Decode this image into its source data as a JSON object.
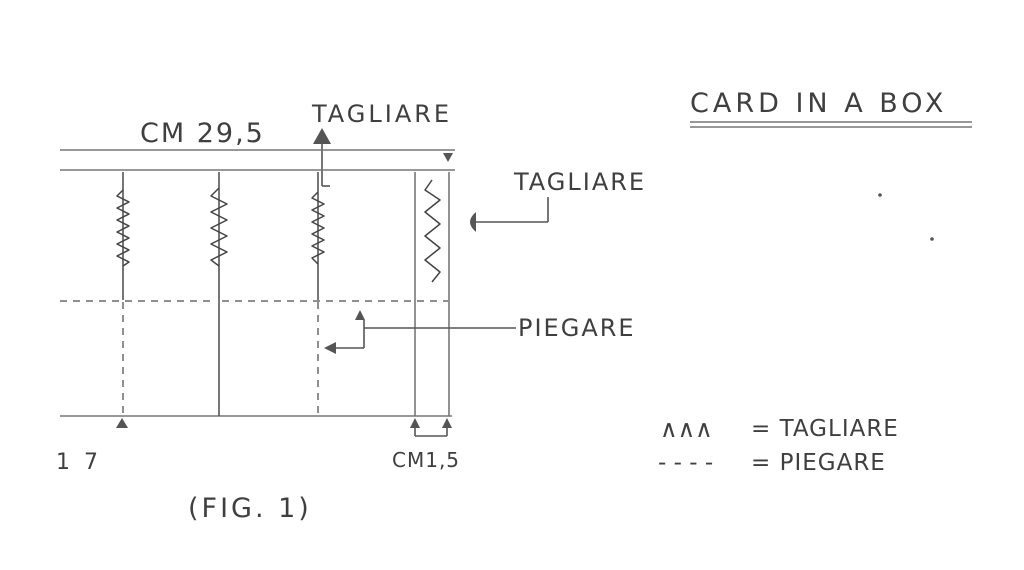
{
  "title": "CARD IN A BOX",
  "figure_caption": "(FIG. 1)",
  "dimensions": {
    "width_label": "CM 29,5",
    "left_label": "17",
    "right_label": "CM1,5"
  },
  "callouts": {
    "cut_top": "TAGLIARE",
    "cut_right": "TAGLIARE",
    "fold": "PIEGARE"
  },
  "legend": {
    "zigzag_symbol": "∧∧∧",
    "zigzag_meaning": "= TAGLIARE",
    "dashed_symbol": "- - - -",
    "dashed_meaning": "= PIEGARE"
  }
}
